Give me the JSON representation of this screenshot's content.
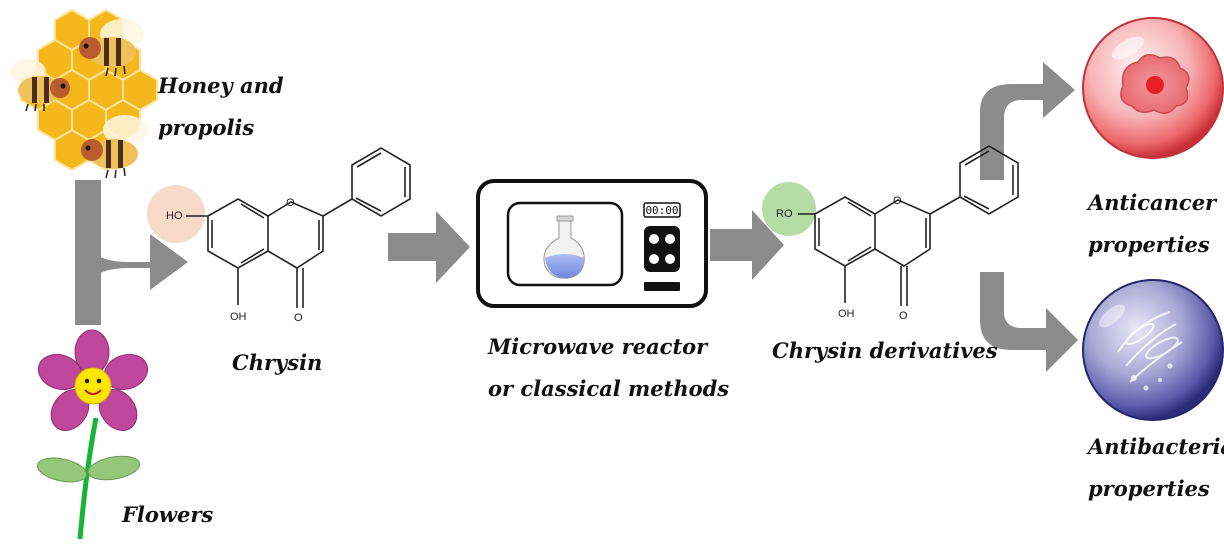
{
  "labels": {
    "honey_line1": "Honey and",
    "honey_line2": "propolis",
    "flowers": "Flowers",
    "chrysin": "Chrysin",
    "reactor_line1": "Microwave reactor",
    "reactor_line2": "or classical methods",
    "derivatives": "Chrysin derivatives",
    "anticancer_line1": "Anticancer",
    "anticancer_line2": "properties",
    "antibacterial_line1": "Antibacterial",
    "antibacterial_line2": "properties"
  },
  "chrysin_structure": {
    "ho": "HO",
    "oh": "OH",
    "ring_o": "O",
    "carbonyl_o": "O"
  },
  "derivative_structure": {
    "ro": "RO",
    "oh": "OH",
    "ring_o": "O",
    "carbonyl_o": "O"
  },
  "microwave": {
    "timer": "00:00"
  },
  "colors": {
    "arrow": "#8c8c8c",
    "ho_highlight": "#f9d9c7",
    "ro_highlight": "#b5dca4",
    "honeycomb": "#f5b81c",
    "petal": "#c0489c",
    "flower_center": "#ffe600",
    "leaf": "#94c77a",
    "stem": "#17b33a",
    "cancer_cell": "#f07f82",
    "bacteria_sphere": "#5555a6"
  },
  "icons": [
    "bee-honeycomb-icon",
    "flower-icon",
    "microwave-icon",
    "flask-icon",
    "cancer-cell-icon",
    "bacteria-sphere-icon"
  ]
}
